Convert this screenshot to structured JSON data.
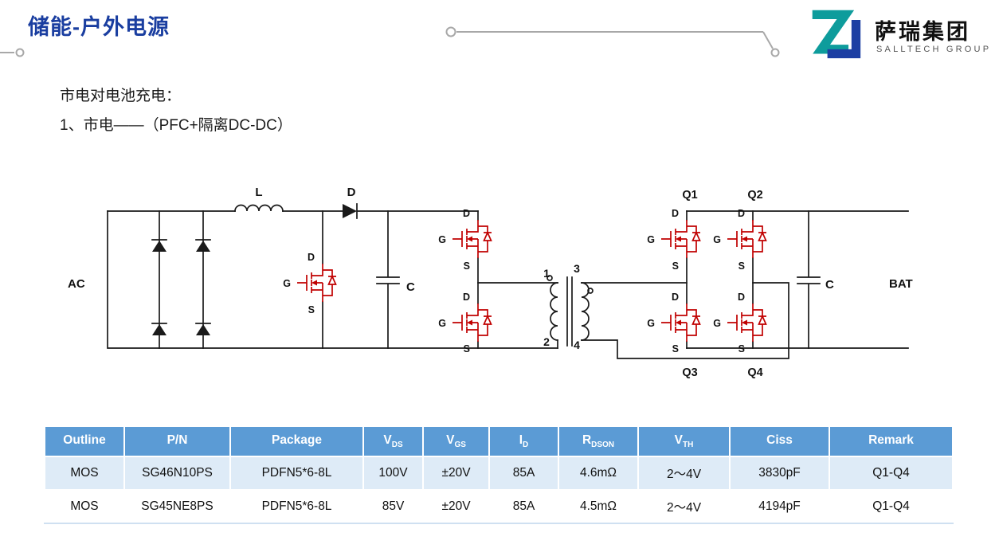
{
  "header": {
    "title": "储能-户外电源",
    "title_color": "#1A3EA0",
    "logo": {
      "name": "萨瑞集团",
      "subtitle": "SALLTECH GROUP",
      "mark_teal": "#0E9C9C",
      "mark_blue": "#1D3FA3"
    }
  },
  "intro": {
    "line1": "市电对电池充电：",
    "line2": "1、市电——（PFC+隔离DC-DC）"
  },
  "circuit": {
    "labels": {
      "ac": "AC",
      "bat": "BAT",
      "inductor": "L",
      "boost_diode": "D",
      "bus_cap": "C",
      "out_cap": "C",
      "gate": "G",
      "drain": "D",
      "source": "S",
      "q1": "Q1",
      "q2": "Q2",
      "q3": "Q3",
      "q4": "Q4",
      "p1": "1",
      "p2": "2",
      "s3": "3",
      "s4": "4"
    },
    "colors": {
      "wire": "#1A1A1A",
      "mosfet": "#C00000"
    }
  },
  "table": {
    "style": {
      "header_bg": "#5B9BD5",
      "row_odd_bg": "#DEEBF7",
      "row_even_bg": "#FFFFFF"
    },
    "columns": [
      {
        "base": "Outline",
        "sub": ""
      },
      {
        "base": "P/N",
        "sub": ""
      },
      {
        "base": "Package",
        "sub": ""
      },
      {
        "base": "V",
        "sub": "DS"
      },
      {
        "base": "V",
        "sub": "GS"
      },
      {
        "base": "I",
        "sub": "D"
      },
      {
        "base": "R",
        "sub": "DSON"
      },
      {
        "base": "V",
        "sub": "TH"
      },
      {
        "base": "Ciss",
        "sub": ""
      },
      {
        "base": "Remark",
        "sub": ""
      }
    ],
    "rows": [
      [
        "MOS",
        "SG46N10PS",
        "PDFN5*6-8L",
        "100V",
        "±20V",
        "85A",
        "4.6mΩ",
        "2～4V",
        "3830pF",
        "Q1-Q4"
      ],
      [
        "MOS",
        "SG45NE8PS",
        "PDFN5*6-8L",
        "85V",
        "±20V",
        "85A",
        "4.5mΩ",
        "2～4V",
        "4194pF",
        "Q1-Q4"
      ]
    ]
  }
}
